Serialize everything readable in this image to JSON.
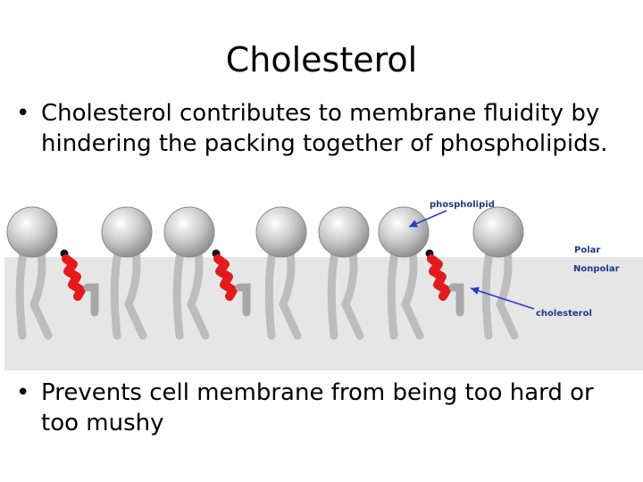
{
  "slide": {
    "title": "Cholesterol",
    "bullet_symbol": "•",
    "bullets": [
      "Cholesterol contributes to membrane fluidity by hindering the packing together of phospholipids.",
      "Prevents cell membrane from being too hard or too mushy"
    ]
  },
  "diagram": {
    "labels": {
      "phospholipid": "phospholipid",
      "polar": "Polar",
      "nonpolar": "Nonpolar",
      "cholesterol": "cholesterol"
    },
    "colors": {
      "nonpolar_band": "#e6e6e6",
      "head": "#a9a9a9",
      "tail": "#bdbdbd",
      "cholesterol": "#e31a1c",
      "label": "#1e3a8a",
      "arrow": "#2a39c8"
    }
  }
}
